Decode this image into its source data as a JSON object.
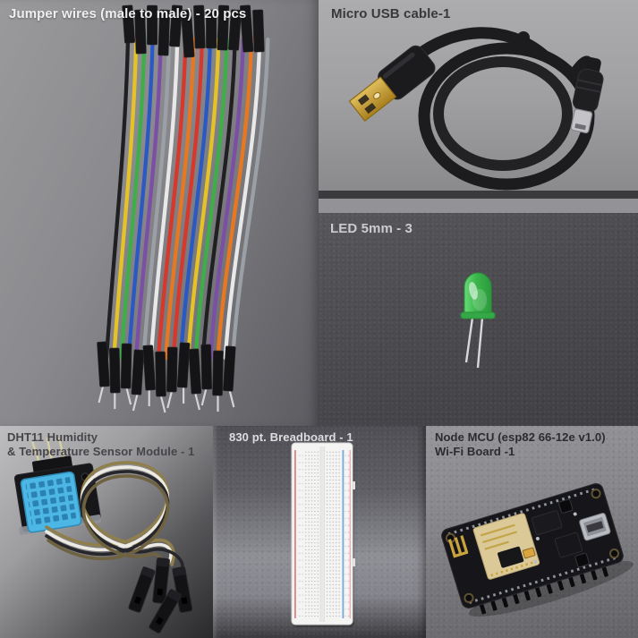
{
  "panels": {
    "jumper_wires": {
      "label": "Jumper wires (male to male) - 20 pcs",
      "wire_colors": [
        "#202022",
        "#e6c229",
        "#3fae49",
        "#2b59c3",
        "#7b4fa6",
        "#9aa0a6",
        "#e8e8e8",
        "#d6382c",
        "#e87722",
        "#d6382c",
        "#2b59c3",
        "#e6c229",
        "#3fae49",
        "#202022",
        "#7b4fa6",
        "#e87722",
        "#e8e8e8",
        "#9aa0a6"
      ]
    },
    "usb_cable": {
      "label": "Micro USB cable-1",
      "cable_color": "#1c1c1e",
      "plug_gold": "#c9a43e"
    },
    "led": {
      "label": "LED 5mm - 3",
      "led_color": "#3cb54a"
    },
    "dht11": {
      "label_line1": "DHT11 Humidity",
      "label_line2": "& Temperature Sensor Module - 1",
      "sensor_color": "#4cb6e4"
    },
    "breadboard": {
      "label": "830 pt. Breadboard - 1",
      "rail_red": "#e06a78",
      "rail_blue": "#6aa0d8"
    },
    "nodemcu": {
      "label_line1": "Node MCU (esp82 66-12e v1.0)",
      "label_line2": "Wi-Fi Board -1",
      "module_tan": "#dbc998"
    }
  }
}
